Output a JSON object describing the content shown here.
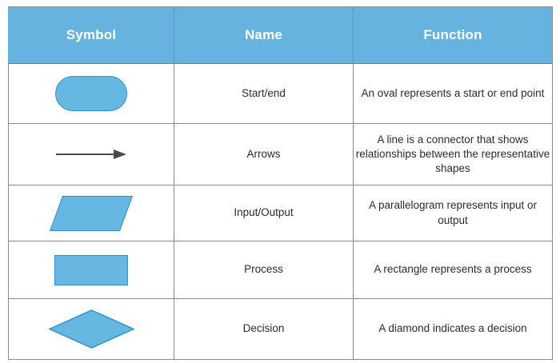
{
  "table": {
    "accent_color": "#66b3e0",
    "shape_fill": "#66b7e2",
    "shape_stroke": "#2f92cf",
    "arrow_color": "#4a4a4a",
    "border_color": "#8a8a8a",
    "text_color": "#2b2b2b",
    "header": {
      "symbol": "Symbol",
      "name": "Name",
      "function": "Function"
    },
    "rows": [
      {
        "shape": "rounded-rectangle-stadium-shape",
        "name": "Start/end",
        "function": "An oval represents a start or end point"
      },
      {
        "shape": "arrow-right",
        "name": "Arrows",
        "function": "A line is a connector that shows relationships between the representative shapes"
      },
      {
        "shape": "parallelogram",
        "name": "Input/Output",
        "function": "A parallelogram represents input or output"
      },
      {
        "shape": "rectangle",
        "name": "Process",
        "function": "A rectangle represents a process"
      },
      {
        "shape": "diamond",
        "name": "Decision",
        "function": "A diamond indicates a decision"
      }
    ]
  }
}
